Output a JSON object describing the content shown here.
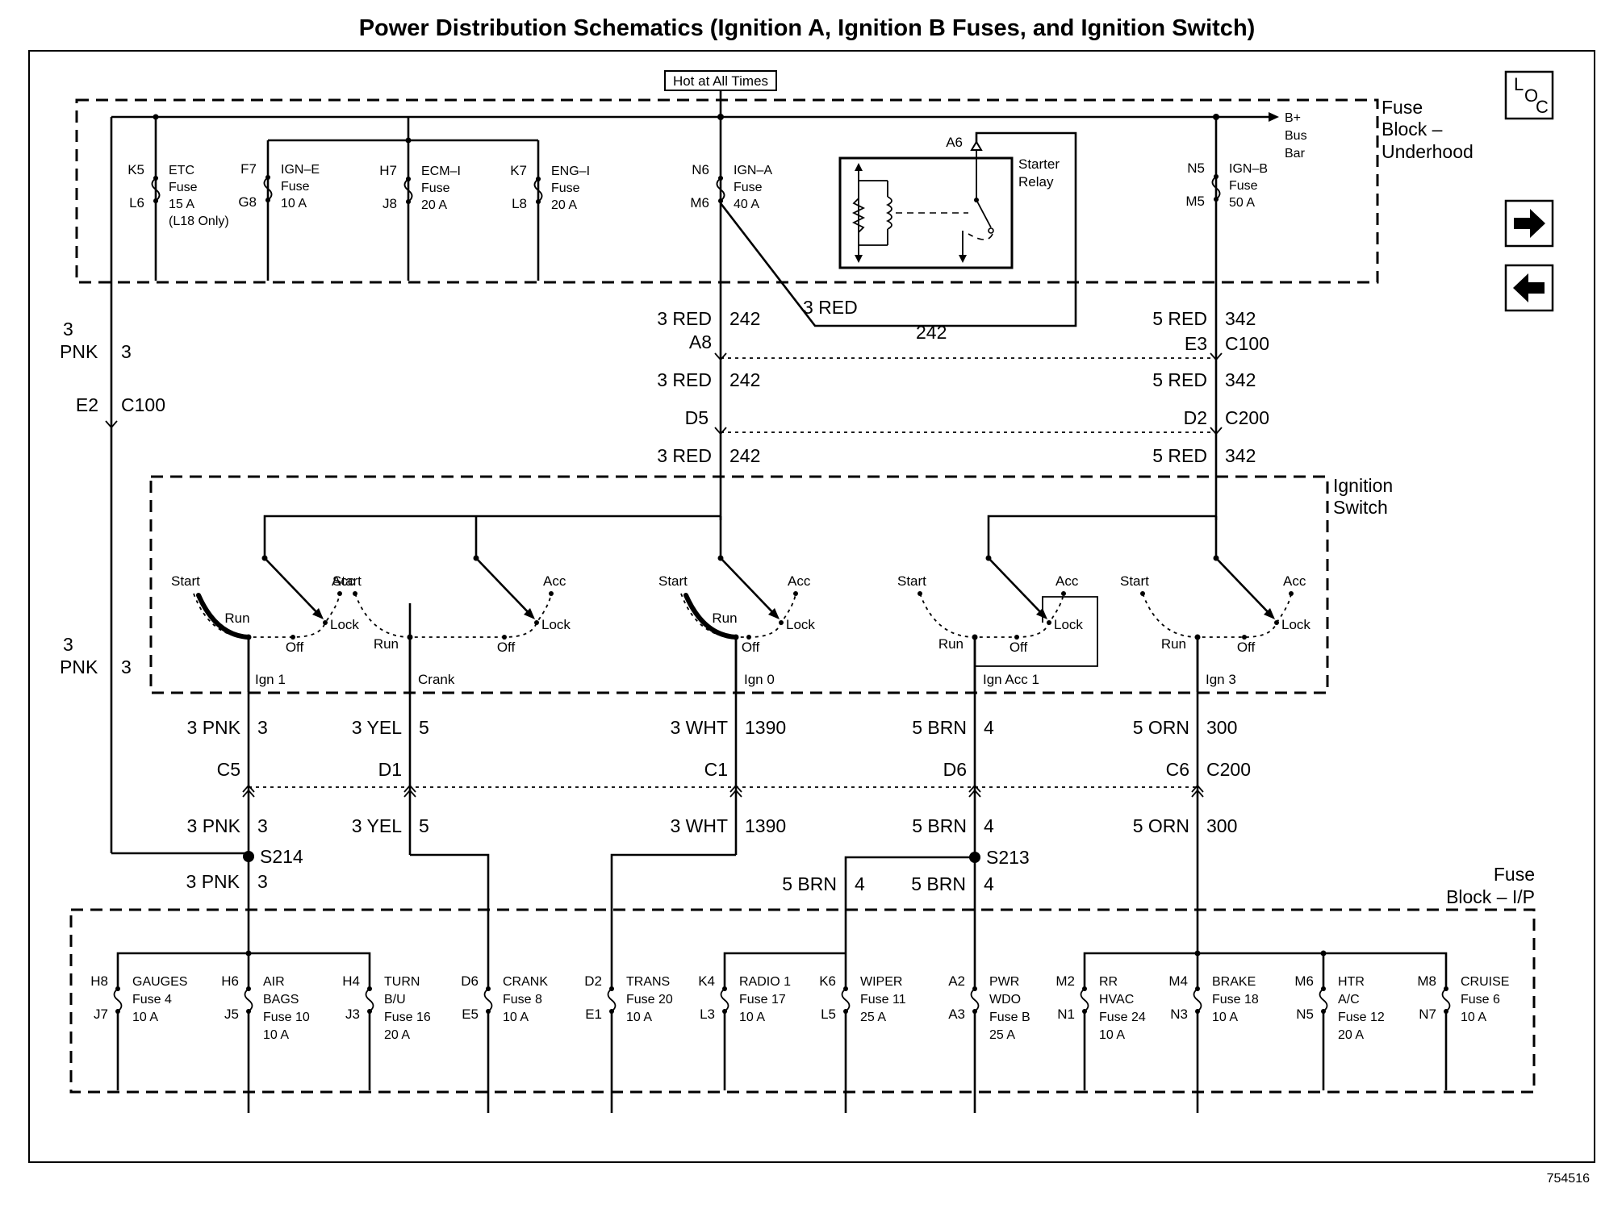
{
  "title": "Power Distribution Schematics (Ignition A, Ignition B Fuses, and Ignition Switch)",
  "doc_number": "754516",
  "hot_label": "Hot at All Times",
  "loc_button": {
    "l": "L",
    "o": "O",
    "c": "C"
  },
  "nav": {
    "next_icon": "arrow-right-icon",
    "prev_icon": "arrow-left-icon"
  },
  "fuse_block_underhood": {
    "label_lines": [
      "Fuse",
      "Block –",
      "Underhood"
    ],
    "bus_bar_lines": [
      "B+",
      "Bus",
      "Bar"
    ],
    "fuses": [
      {
        "top_pin": "K5",
        "bottom_pin": "L6",
        "lines": [
          "ETC",
          "Fuse",
          "15 A",
          "(L18 Only)"
        ]
      },
      {
        "top_pin": "F7",
        "bottom_pin": "G8",
        "lines": [
          "IGN–E",
          "Fuse",
          "10 A"
        ]
      },
      {
        "top_pin": "H7",
        "bottom_pin": "J8",
        "lines": [
          "ECM–I",
          "Fuse",
          "20 A"
        ]
      },
      {
        "top_pin": "K7",
        "bottom_pin": "L8",
        "lines": [
          "ENG–I",
          "Fuse",
          "20 A"
        ]
      },
      {
        "top_pin": "N6",
        "bottom_pin": "M6",
        "lines": [
          "IGN–A",
          "Fuse",
          "40 A"
        ]
      },
      {
        "top_pin": "N5",
        "bottom_pin": "M5",
        "lines": [
          "IGN–B",
          "Fuse",
          "50 A"
        ]
      }
    ],
    "starter_relay": {
      "pin": "A6",
      "label_lines": [
        "Starter",
        "Relay"
      ]
    }
  },
  "wires": {
    "relay_feed": {
      "color": "3 RED",
      "circuit": "242"
    },
    "ign_a_out": {
      "color": "3 RED",
      "circuit": "242",
      "pin": "A8"
    },
    "ign_b_out": {
      "color": "5 RED",
      "circuit": "342",
      "pin": "E3",
      "connector": "C100"
    },
    "ign_a_mid": {
      "color": "3 RED",
      "circuit": "242",
      "pin": "D5"
    },
    "ign_b_mid": {
      "color": "5 RED",
      "circuit": "342",
      "pin": "D2",
      "connector": "C200"
    },
    "ign_a_low": {
      "color": "3 RED",
      "circuit": "242"
    },
    "ign_b_low": {
      "color": "5 RED",
      "circuit": "342"
    },
    "pnk_upper": {
      "gauge": "3",
      "color": "PNK",
      "circuit": "3"
    },
    "pnk_conn": {
      "pin": "E2",
      "connector": "C100"
    },
    "pnk_lower": {
      "gauge": "3",
      "color": "PNK",
      "circuit": "3"
    }
  },
  "ignition_switch": {
    "label_lines": [
      "Ignition",
      "Switch"
    ],
    "pos": {
      "start": "Start",
      "run": "Run",
      "off": "Off",
      "lock": "Lock",
      "acc": "Acc"
    },
    "outputs": [
      "Ign 1",
      "Crank",
      "Ign 0",
      "Ign Acc 1",
      "Ign 3"
    ]
  },
  "switch_outputs_upper": [
    {
      "color": "3 PNK",
      "circuit": "3",
      "pin": "C5"
    },
    {
      "color": "3 YEL",
      "circuit": "5",
      "pin": "D1"
    },
    {
      "color": "3 WHT",
      "circuit": "1390",
      "pin": "C1"
    },
    {
      "color": "5 BRN",
      "circuit": "4",
      "pin": "D6"
    },
    {
      "color": "5 ORN",
      "circuit": "300",
      "pin": "C6",
      "connector": "C200"
    }
  ],
  "switch_outputs_lower": [
    {
      "color": "3 PNK",
      "circuit": "3"
    },
    {
      "color": "3 YEL",
      "circuit": "5"
    },
    {
      "color": "3 WHT",
      "circuit": "1390"
    },
    {
      "color": "5 BRN",
      "circuit": "4"
    },
    {
      "color": "5 ORN",
      "circuit": "300"
    }
  ],
  "splices": {
    "s214": {
      "name": "S214",
      "out_color": "3 PNK",
      "out_circuit": "3"
    },
    "s213": {
      "name": "S213",
      "left_color": "5 BRN",
      "left_circuit": "4",
      "right_color": "5 BRN",
      "right_circuit": "4"
    }
  },
  "fuse_block_ip": {
    "label_lines": [
      "Fuse",
      "Block – I/P"
    ],
    "fuses": [
      {
        "top_pin": "H8",
        "bottom_pin": "J7",
        "lines": [
          "GAUGES",
          "Fuse 4",
          "10 A"
        ]
      },
      {
        "top_pin": "H6",
        "bottom_pin": "J5",
        "lines": [
          "AIR",
          "BAGS",
          "Fuse 10",
          "10 A"
        ]
      },
      {
        "top_pin": "H4",
        "bottom_pin": "J3",
        "lines": [
          "TURN",
          "B/U",
          "Fuse 16",
          "20 A"
        ]
      },
      {
        "top_pin": "D6",
        "bottom_pin": "E5",
        "lines": [
          "CRANK",
          "Fuse 8",
          "10 A"
        ]
      },
      {
        "top_pin": "D2",
        "bottom_pin": "E1",
        "lines": [
          "TRANS",
          "Fuse 20",
          "10 A"
        ]
      },
      {
        "top_pin": "K4",
        "bottom_pin": "L3",
        "lines": [
          "RADIO 1",
          "Fuse 17",
          "10 A"
        ]
      },
      {
        "top_pin": "K6",
        "bottom_pin": "L5",
        "lines": [
          "WIPER",
          "Fuse 11",
          "25 A"
        ]
      },
      {
        "top_pin": "A2",
        "bottom_pin": "A3",
        "lines": [
          "PWR",
          "WDO",
          "Fuse B",
          "25 A"
        ]
      },
      {
        "top_pin": "M2",
        "bottom_pin": "N1",
        "lines": [
          "RR",
          "HVAC",
          "Fuse 24",
          "10 A"
        ]
      },
      {
        "top_pin": "M4",
        "bottom_pin": "N3",
        "lines": [
          "BRAKE",
          "Fuse 18",
          "10 A"
        ]
      },
      {
        "top_pin": "M6",
        "bottom_pin": "N5",
        "lines": [
          "HTR",
          "A/C",
          "Fuse 12",
          "20 A"
        ]
      },
      {
        "top_pin": "M8",
        "bottom_pin": "N7",
        "lines": [
          "CRUISE",
          "Fuse 6",
          "10 A"
        ]
      }
    ]
  }
}
